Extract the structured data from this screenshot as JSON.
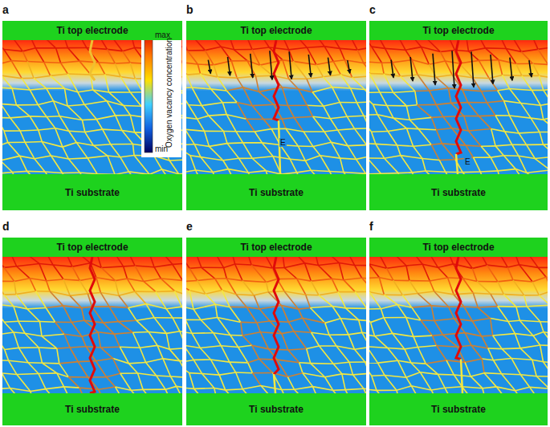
{
  "diagram": {
    "nodes": [
      {
        "text": [
          "Ti top electrode"
        ]
      },
      {
        "text": [
          "Ti substrate"
        ]
      },
      {
        "text": [
          "Ti top electrode"
        ]
      },
      {
        "text": [
          "Ti substrate"
        ]
      },
      {
        "text": [
          "Ti top electrode"
        ]
      },
      {
        "text": [
          "Ti substrate"
        ]
      },
      {
        "text": [
          "Ti top electrode"
        ]
      },
      {
        "text": [
          "Ti substrate"
        ]
      },
      {
        "text": [
          "Ti top electrode"
        ]
      },
      {
        "text": [
          "Ti substrate"
        ]
      },
      {
        "text": [
          "Ti top electrode"
        ]
      },
      {
        "text": [
          "Ti substrate"
        ]
      }
    ],
    "labels": [
      "a",
      "max",
      "Oxygen vacancy concentration",
      "min",
      "b",
      "E",
      "c",
      "E",
      "d",
      "e",
      "f"
    ]
  }
}
